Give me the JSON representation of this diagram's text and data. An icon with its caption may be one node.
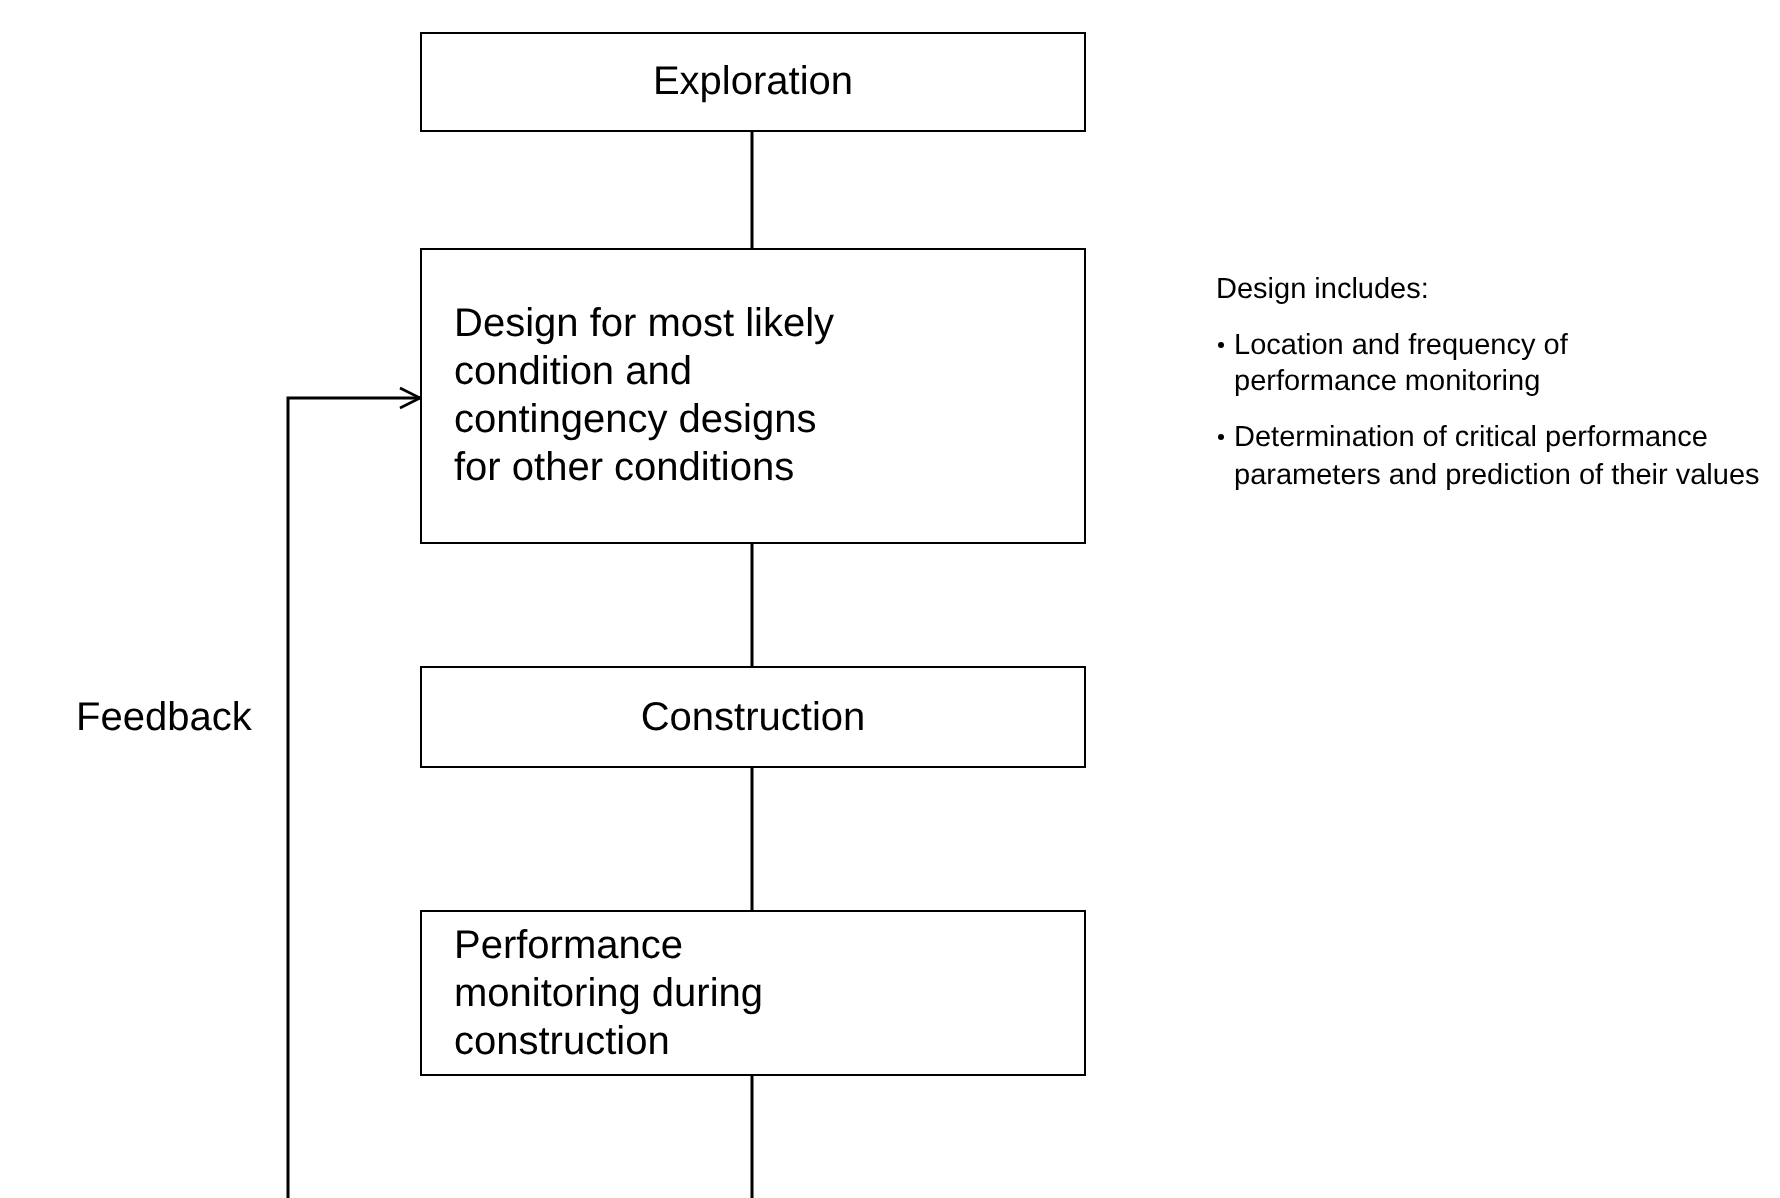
{
  "diagram": {
    "nodes": [
      {
        "text": [
          "Exploration"
        ]
      },
      {
        "text": [
          "Design for most likely condition and contingency designs for other conditions"
        ]
      },
      {
        "text": [
          "Construction"
        ]
      },
      {
        "text": [
          "Performance monitoring during construction"
        ]
      }
    ],
    "edges": [
      {
        "from": 0,
        "to": 1,
        "arrow": "none"
      },
      {
        "from": 1,
        "to": 2,
        "arrow": "none"
      },
      {
        "from": 2,
        "to": 3,
        "arrow": "none"
      },
      {
        "from": 3,
        "to": null,
        "arrow": "none"
      },
      {
        "from": null,
        "to": 1,
        "arrow": "to",
        "label": "Feedback"
      }
    ],
    "labels": [
      "Design includes:",
      "Location and frequency of performance monitoring",
      "Determination of critical performance parameters and prediction of their values"
    ]
  }
}
